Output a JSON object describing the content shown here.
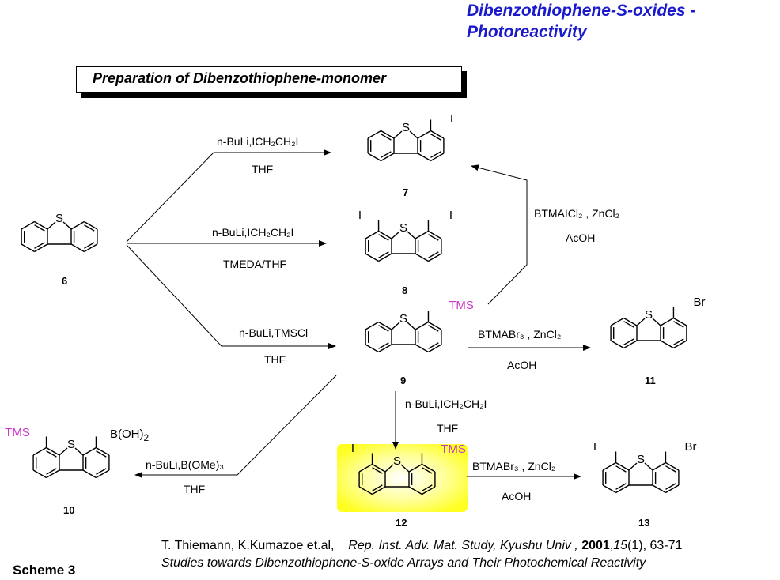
{
  "header": {
    "line1": "Dibenzothiophene-S-oxides -",
    "line2": "Photoreactivity"
  },
  "prep_title": "Preparation of Dibenzothiophene-monomer",
  "compounds": {
    "c6": "6",
    "c7": "7",
    "c8": "8",
    "c9": "9",
    "c10": "10",
    "c11": "11",
    "c12": "12",
    "c13": "13"
  },
  "atoms": {
    "S": "S",
    "I": "I",
    "Br": "Br",
    "TMS": "TMS",
    "BOH2": "B(OH)",
    "BOH2_sub": "2"
  },
  "conditions": {
    "r7_top": "n-BuLi,ICH₂CH₂I",
    "r7_bottom": "THF",
    "r8_top": "n-BuLi,ICH₂CH₂I",
    "r8_bottom": "TMEDA/THF",
    "r9_top": "n-BuLi,TMSCl",
    "r9_bottom": "THF",
    "r9to7_top": "BTMAICl₂ , ZnCl₂",
    "r9to7_bottom": "AcOH",
    "r9to11_top": "BTMABr₃ , ZnCl₂",
    "r9to11_bottom": "AcOH",
    "r9to12_top": "n-BuLi,ICH₂CH₂I",
    "r9to12_bottom": "THF",
    "r9to10_top": "n-BuLi,B(OMe)₃",
    "r9to10_bottom": "THF",
    "r12to13_top": "BTMABr₃ , ZnCl₂",
    "r12to13_bottom": "AcOH"
  },
  "reference": {
    "authors": "T. Thiemann, K.Kumazoe et.al,",
    "journal": "Rep. Inst. Adv. Mat. Study, Kyushu Univ ,",
    "year": "2001",
    "volume": "15",
    "issue_pages": "(1), 63-71",
    "title": "Studies towards Dibenzothiophene-S-oxide Arrays  and  Their Photochemical Reactivity"
  },
  "scheme_label": "Scheme 3",
  "colors": {
    "header": "#1a1acc",
    "tms": "#cc33cc",
    "highlight": "#ffff33"
  }
}
